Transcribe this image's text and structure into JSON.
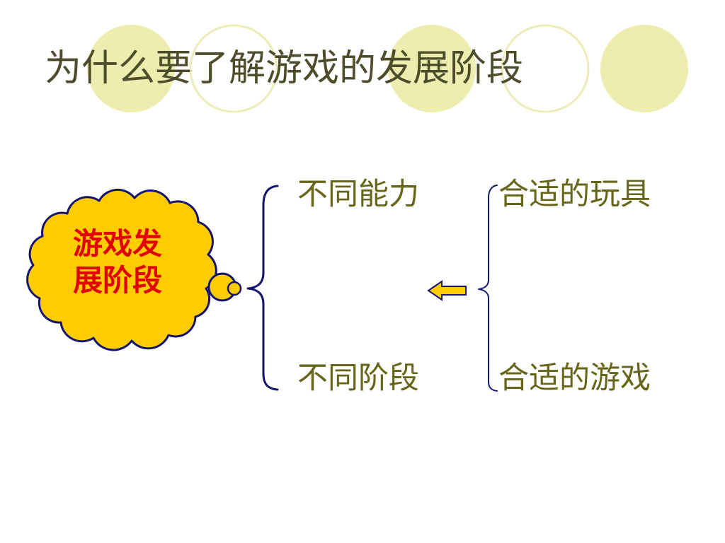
{
  "slide": {
    "title": "为什么要了解游戏的发展阶段",
    "cloud": {
      "line1": "游戏发",
      "line2": "展阶段"
    },
    "left_items": [
      {
        "label": "不同能力"
      },
      {
        "label": "不同阶段"
      }
    ],
    "right_items": [
      {
        "label": "合适的玩具"
      },
      {
        "label": "合适的游戏"
      }
    ]
  },
  "icons": {
    "arrow": "left-arrow-icon"
  },
  "colors": {
    "background": "#ffffff",
    "title": "#4d4d2b",
    "label": "#66661a",
    "cloud_text": "#e00000",
    "cloud_fill": "#ffcc00",
    "outline": "#14146e",
    "decor_fill": "#ecedaf",
    "decor_stroke": "#ececb8"
  }
}
